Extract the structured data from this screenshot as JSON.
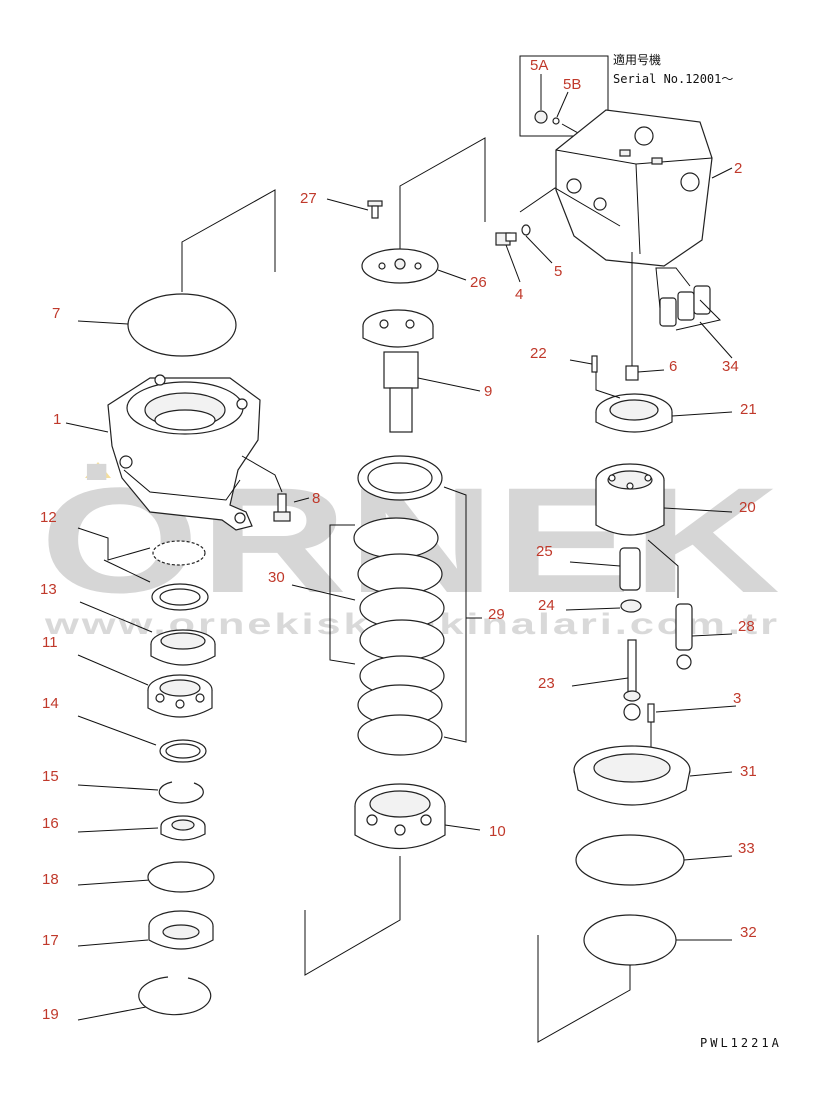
{
  "watermark": {
    "brand": "ÖRNEK",
    "url": "www.ornekiskmakinalari.com.tr"
  },
  "serial_note": {
    "title": "適用号機",
    "serial": "Serial No.12001～"
  },
  "drawing_code": "PWL1221A",
  "callouts": {
    "c1": "1",
    "c2": "2",
    "c3": "3",
    "c4": "4",
    "c5": "5",
    "c5a": "5A",
    "c5b": "5B",
    "c6": "6",
    "c7": "7",
    "c8": "8",
    "c9": "9",
    "c10": "10",
    "c11": "11",
    "c12": "12",
    "c13": "13",
    "c14": "14",
    "c15": "15",
    "c16": "16",
    "c17": "17",
    "c18": "18",
    "c19": "19",
    "c20": "20",
    "c21": "21",
    "c22": "22",
    "c23": "23",
    "c24": "24",
    "c25": "25",
    "c26": "26",
    "c27": "27",
    "c28": "28",
    "c29": "29",
    "c30": "30",
    "c31": "31",
    "c32": "32",
    "c33": "33",
    "c34": "34"
  }
}
